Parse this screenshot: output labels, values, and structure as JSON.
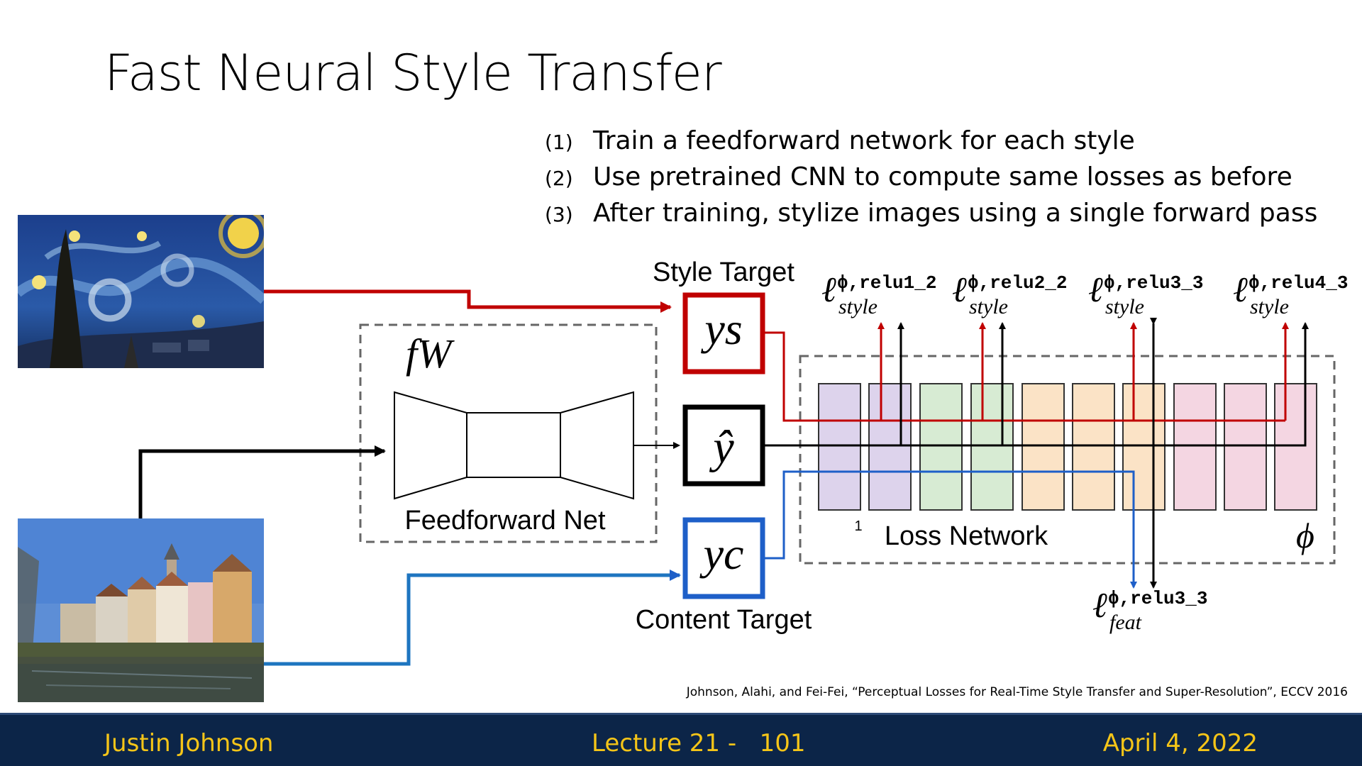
{
  "slide": {
    "title": "Fast Neural Style Transfer",
    "bullets": [
      {
        "num": "(1)",
        "text": "Train a feedforward network for each style"
      },
      {
        "num": "(2)",
        "text": "Use pretrained CNN to compute same losses as before"
      },
      {
        "num": "(3)",
        "text": "After training, stylize images using a single forward pass"
      }
    ],
    "citation": "Johnson, Alahi, and Fei-Fei, “Perceptual Losses for Real-Time Style Transfer and Super-Resolution”, ECCV 2016"
  },
  "diagram": {
    "style_target_label": "Style Target",
    "content_target_label": "Content Target",
    "feedforward_label": "Feedforward Net",
    "loss_network_label": "Loss Network",
    "loss_network_index": "1",
    "fw_symbol": "fW",
    "ys_symbol": "ys",
    "yhat_symbol": "ŷ",
    "yc_symbol": "yc",
    "phi_symbol": "ϕ",
    "style_losses": [
      {
        "super": "ϕ,relu1_2",
        "sub": "style"
      },
      {
        "super": "ϕ,relu2_2",
        "sub": "style"
      },
      {
        "super": "ϕ,relu3_3",
        "sub": "style"
      },
      {
        "super": "ϕ,relu4_3",
        "sub": "style"
      }
    ],
    "feat_loss": {
      "super": "ϕ,relu3_3",
      "sub": "feat"
    },
    "colors": {
      "style": "#c00000",
      "content": "#1e5fc8",
      "main": "#000000",
      "block_purple": "#ddd3ec",
      "block_green": "#d7ebd3",
      "block_orange": "#fbe3c6",
      "block_pink": "#f4d6e2"
    }
  },
  "footer": {
    "author": "Justin Johnson",
    "lecture": "Lecture 21 -",
    "page": "101",
    "date": "April 4, 2022"
  }
}
